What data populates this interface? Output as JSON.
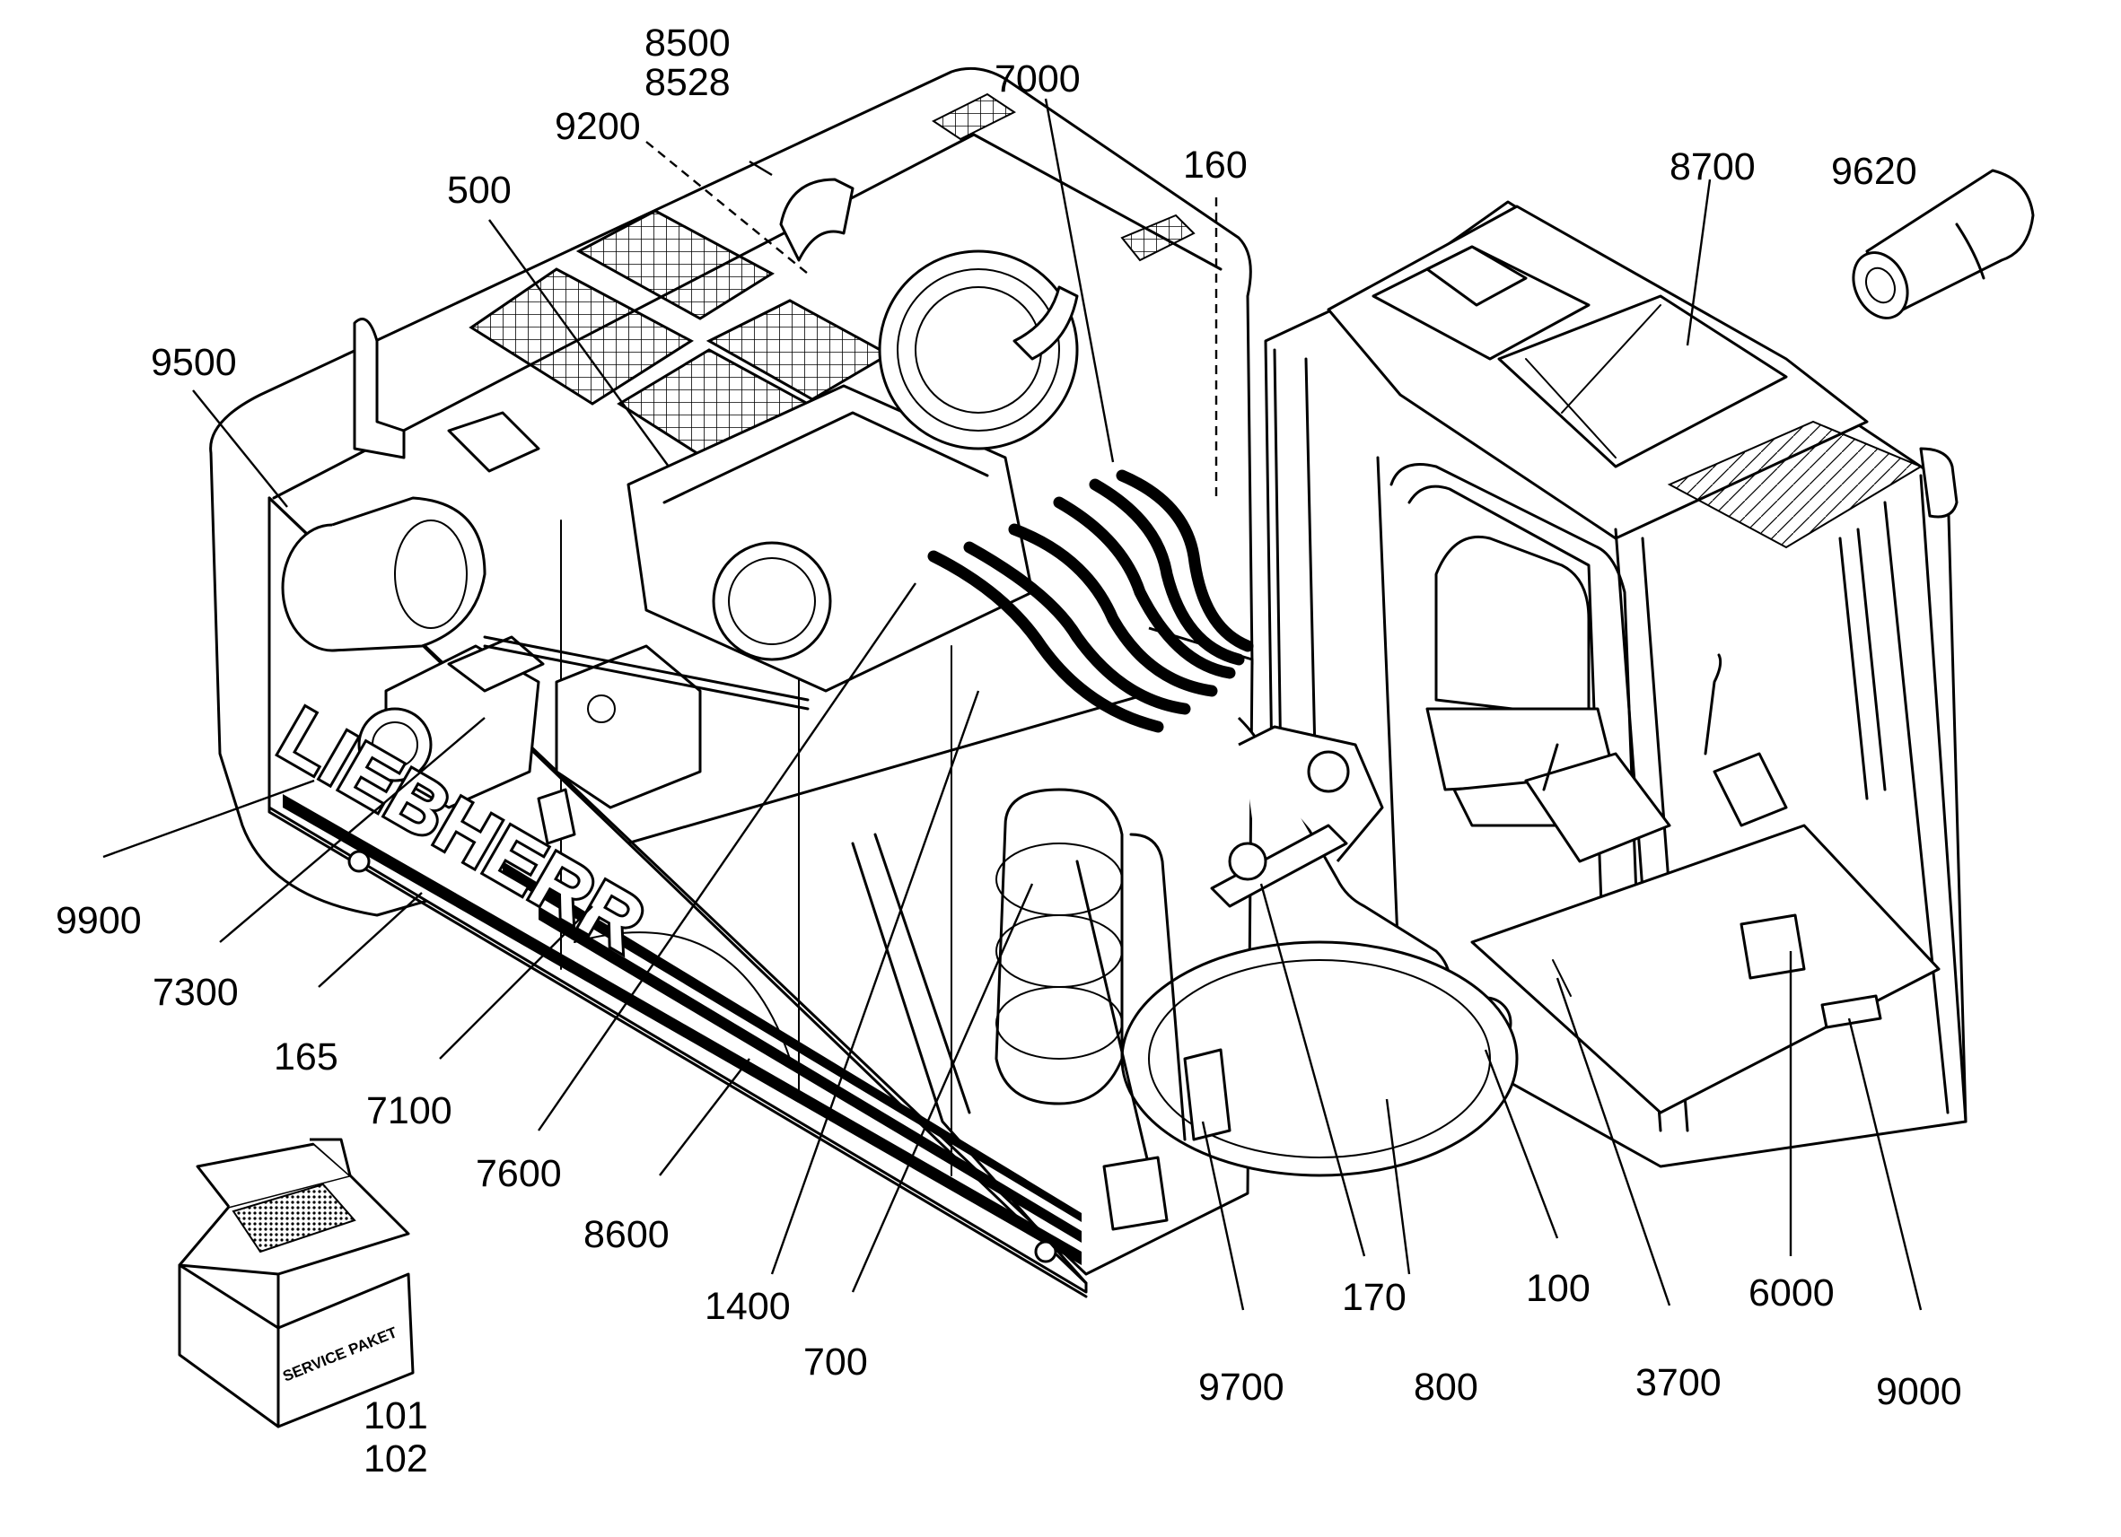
{
  "diagram": {
    "brand_text": "LIEBHERR",
    "box_label": "SERVICE PAKET",
    "callouts": {
      "c8500": "8500",
      "c8528": "8528",
      "c7000": "7000",
      "c9200": "9200",
      "c160": "160",
      "c8700": "8700",
      "c9620": "9620",
      "c500": "500",
      "c9500": "9500",
      "c9900": "9900",
      "c7300": "7300",
      "c165": "165",
      "c7100": "7100",
      "c7600": "7600",
      "c8600": "8600",
      "c1400": "1400",
      "c700": "700",
      "c9700": "9700",
      "c170": "170",
      "c800": "800",
      "c100": "100",
      "c3700": "3700",
      "c6000": "6000",
      "c9000": "9000",
      "c101": "101",
      "c102": "102"
    }
  }
}
